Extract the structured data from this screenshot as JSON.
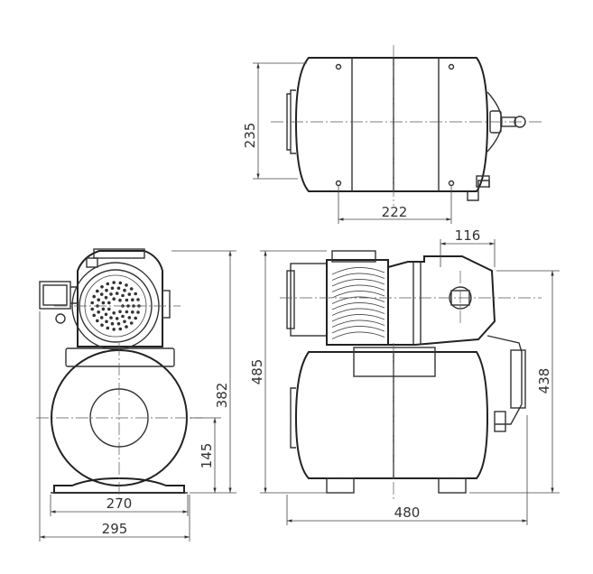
{
  "dimensions": {
    "top_height": "235",
    "top_width": "222",
    "side_width": "116",
    "side_total_height": "485",
    "side_tank_height": "438",
    "side_length": "480",
    "front_height": "382",
    "front_axis": "145",
    "front_base": "270",
    "front_width": "295"
  },
  "colors": {
    "line": "#333333",
    "background": "#ffffff"
  }
}
